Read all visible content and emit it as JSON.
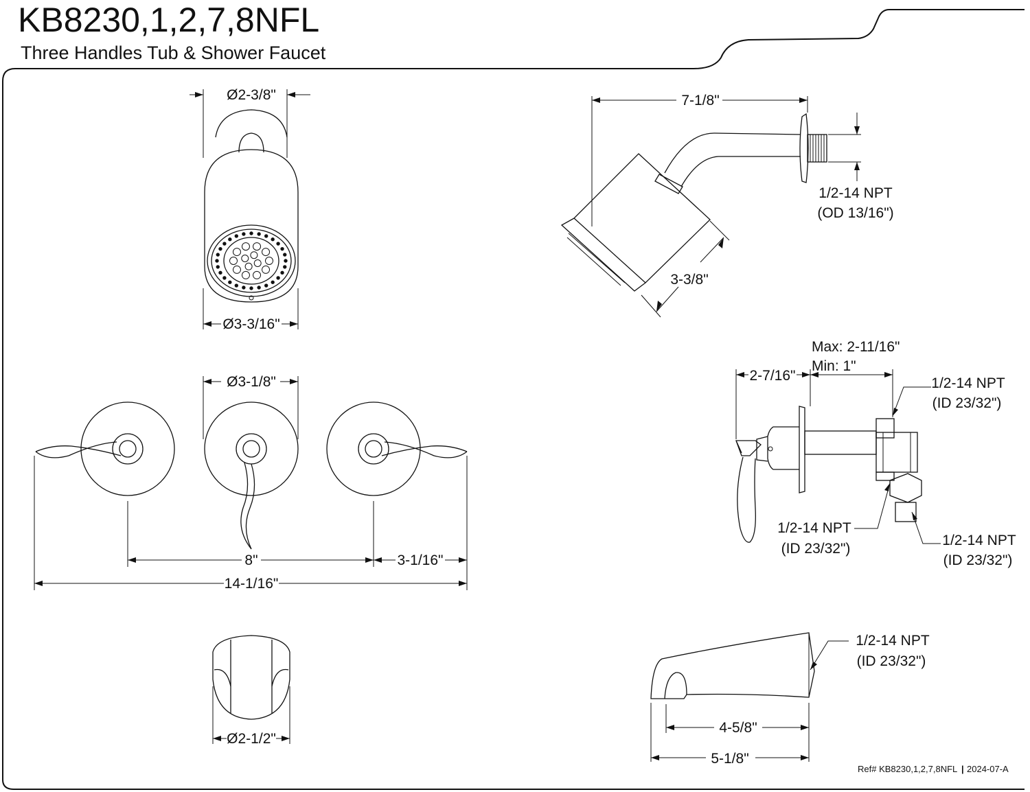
{
  "header": {
    "model": "KB8230,1,2,7,8NFL",
    "description": "Three Handles Tub & Shower Faucet"
  },
  "showerhead_front": {
    "top_diameter": "Ø2-3/8\"",
    "face_diameter": "Ø3-3/16\""
  },
  "shower_side": {
    "arm_length": "7-1/8\"",
    "head_depth": "3-3/8\"",
    "inlet_thread": "1/2-14 NPT",
    "inlet_size": "(OD 13/16\")"
  },
  "handles_front": {
    "escutcheon_diameter": "Ø3-1/8\"",
    "center_spacing": "8\"",
    "side_extension": "3-1/16\"",
    "overall_width": "14-1/16\""
  },
  "valve_side": {
    "handle_depth": "2-7/16\"",
    "wall_range_max": "Max: 2-11/16\"",
    "wall_range_min": "Min: 1\"",
    "top_port_thread": "1/2-14 NPT",
    "top_port_size": "(ID 23/32\")",
    "side_port_thread": "1/2-14 NPT",
    "side_port_size": "(ID 23/32\")",
    "bottom_port_thread": "1/2-14 NPT",
    "bottom_port_size": "(ID 23/32\")"
  },
  "spout_front": {
    "diameter": "Ø2-1/2\""
  },
  "spout_side": {
    "inlet_thread": "1/2-14 NPT",
    "inlet_size": "(ID 23/32\")",
    "reach": "4-5/8\"",
    "overall_length": "5-1/8\""
  },
  "footer": {
    "ref": "Ref# KB8230,1,2,7,8NFL",
    "separator": "|",
    "revision": "2024-07-A"
  }
}
